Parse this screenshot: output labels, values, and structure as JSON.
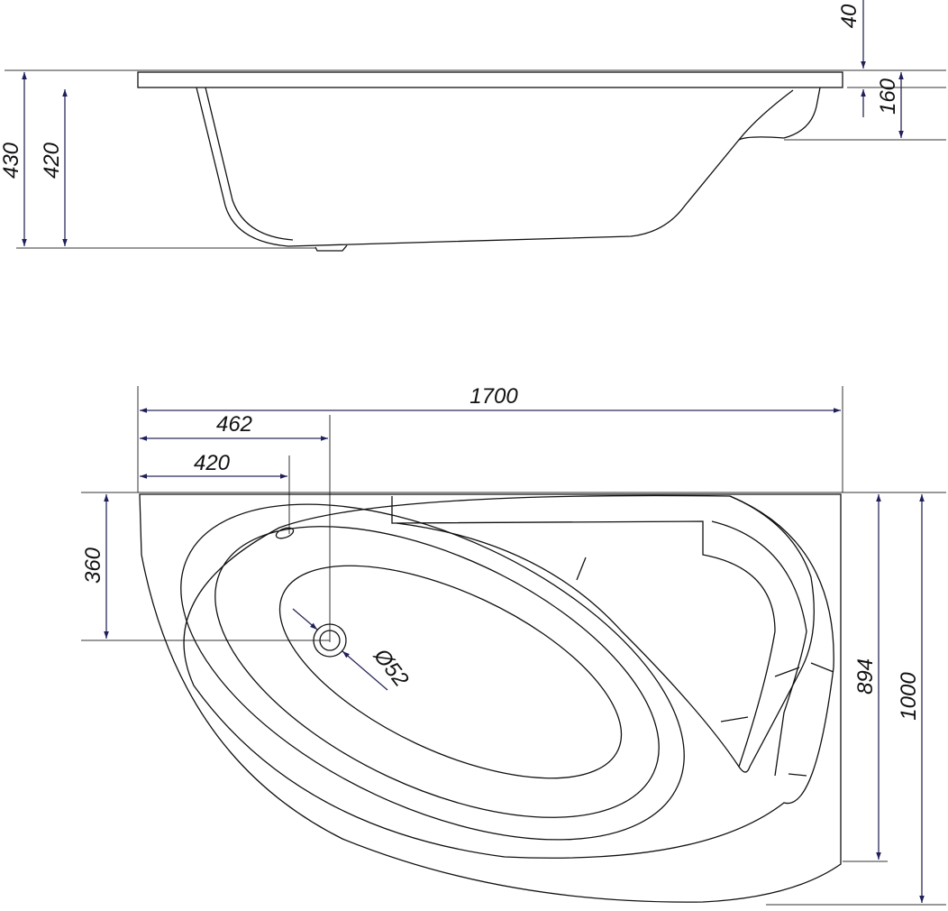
{
  "side_view": {
    "dims": {
      "total_height": "430",
      "basin_depth": "420",
      "rim_thickness": "40",
      "seat_height": "160"
    }
  },
  "top_view": {
    "dims": {
      "length": "1700",
      "drain_x": "462",
      "overflow_x": "420",
      "drain_y": "360",
      "drain_diameter": "Ø52",
      "inner_width": "894",
      "width": "1000"
    }
  },
  "colors": {
    "outline": "#111111",
    "dimension": "#1f1f5c"
  }
}
